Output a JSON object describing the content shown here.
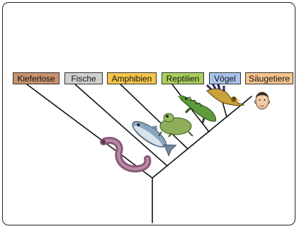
{
  "groups": [
    {
      "label": "Kieferlose",
      "color": "#c8926e",
      "icon": "lamprey-icon"
    },
    {
      "label": "Fische",
      "color": "#d0d0d0",
      "icon": "fish-icon"
    },
    {
      "label": "Amphibien",
      "color": "#f4c64a",
      "icon": "frog-icon"
    },
    {
      "label": "Reptilien",
      "color": "#a9d05a",
      "icon": "crocodile-icon"
    },
    {
      "label": "Vögel",
      "color": "#a9c4ea",
      "icon": "bird-icon"
    },
    {
      "label": "Säugetiere",
      "color": "#f6c48d",
      "icon": "human-face-icon"
    }
  ]
}
